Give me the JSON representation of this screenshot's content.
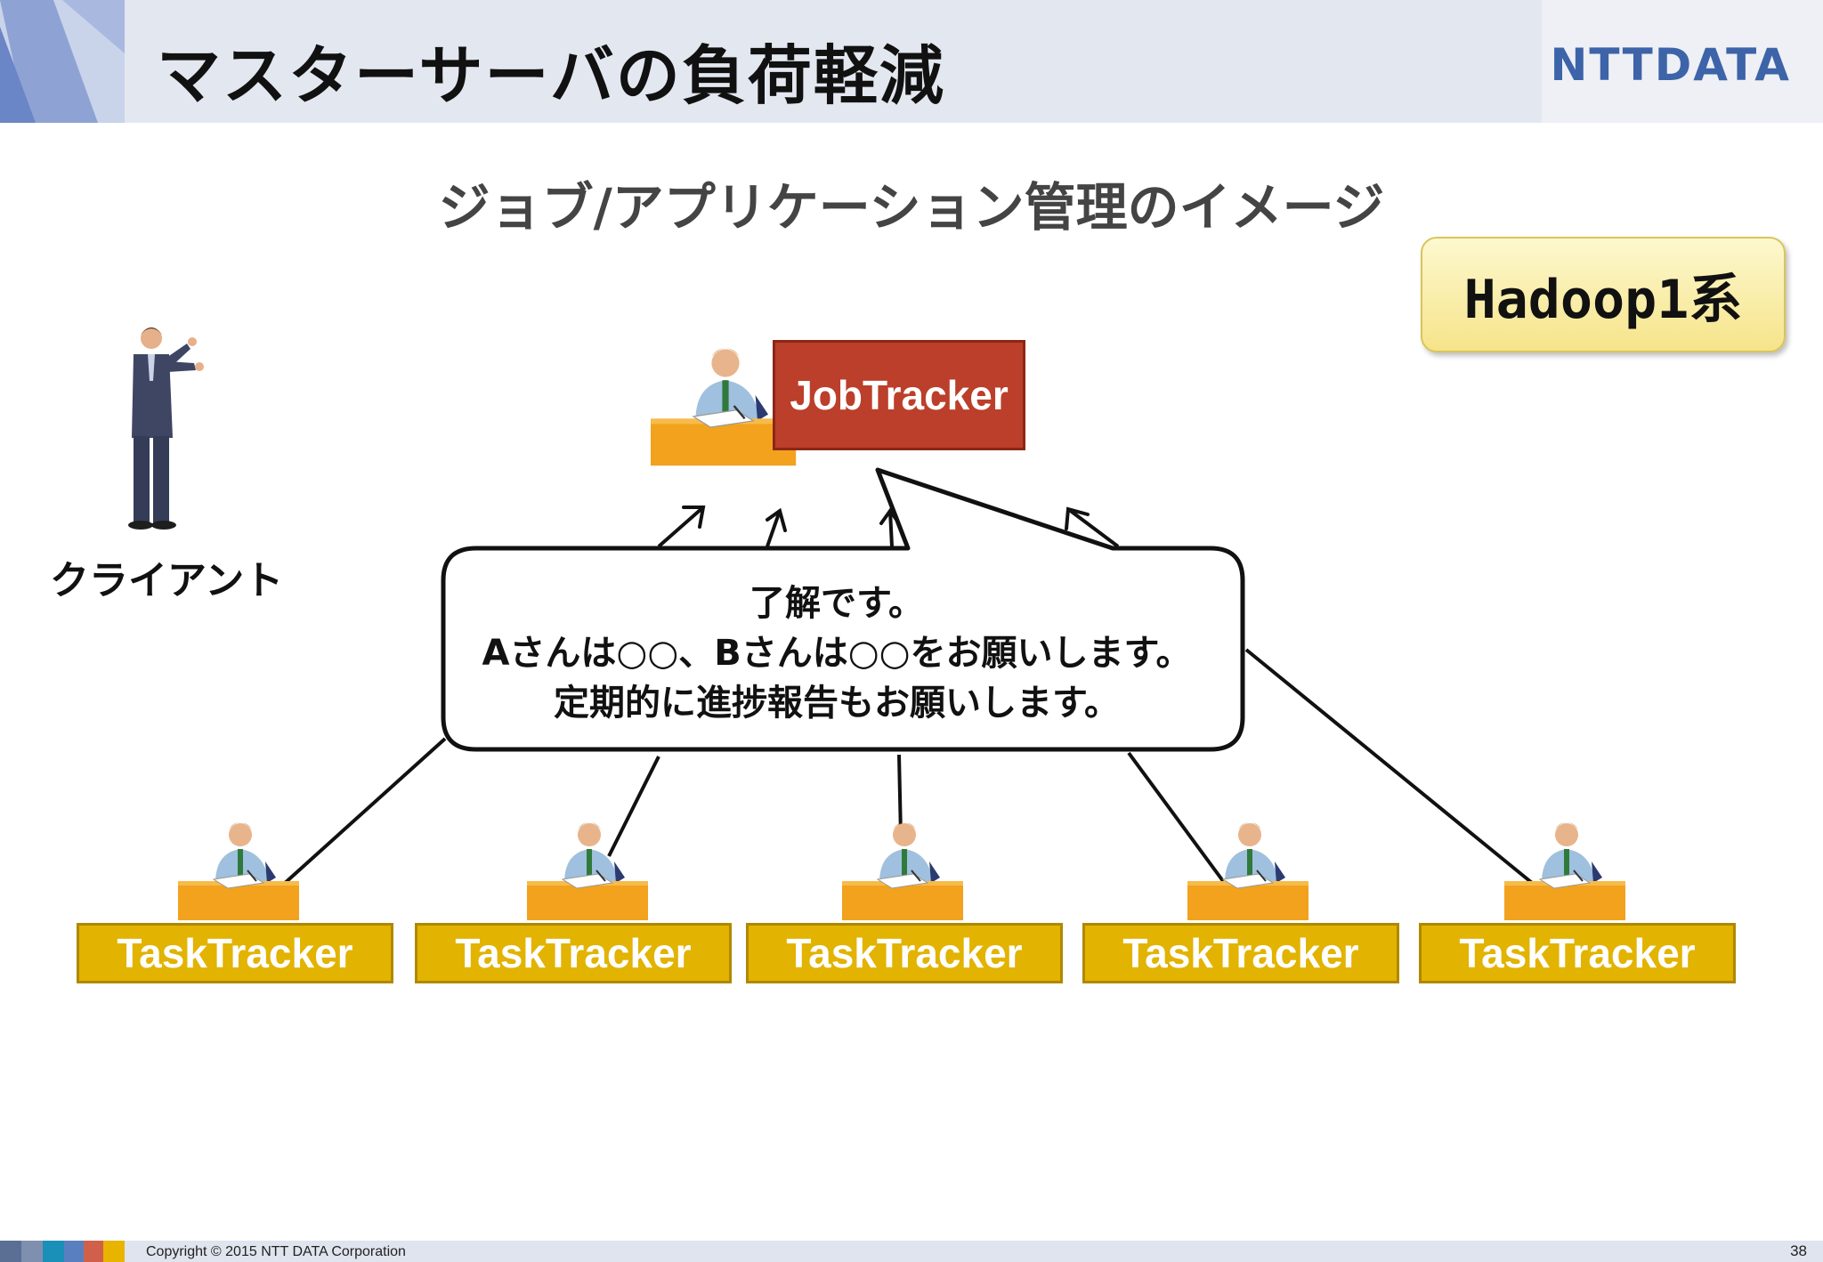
{
  "header": {
    "title": "マスターサーバの負荷軽減",
    "logo": "NTTDATA"
  },
  "diagram": {
    "subtitle": "ジョブ/アプリケーション管理のイメージ",
    "badge": "Hadoop1系",
    "client_label": "クライアント",
    "master_label": "JobTracker",
    "worker_labels": [
      "TaskTracker",
      "TaskTracker",
      "TaskTracker",
      "TaskTracker",
      "TaskTracker"
    ],
    "speech_lines": [
      "了解です。",
      "Aさんは○○、Bさんは○○をお願いします。",
      "定期的に進捗報告もお願いします。"
    ]
  },
  "footer": {
    "copyright": "Copyright © 2015 NTT DATA Corporation",
    "page_number": "38"
  }
}
